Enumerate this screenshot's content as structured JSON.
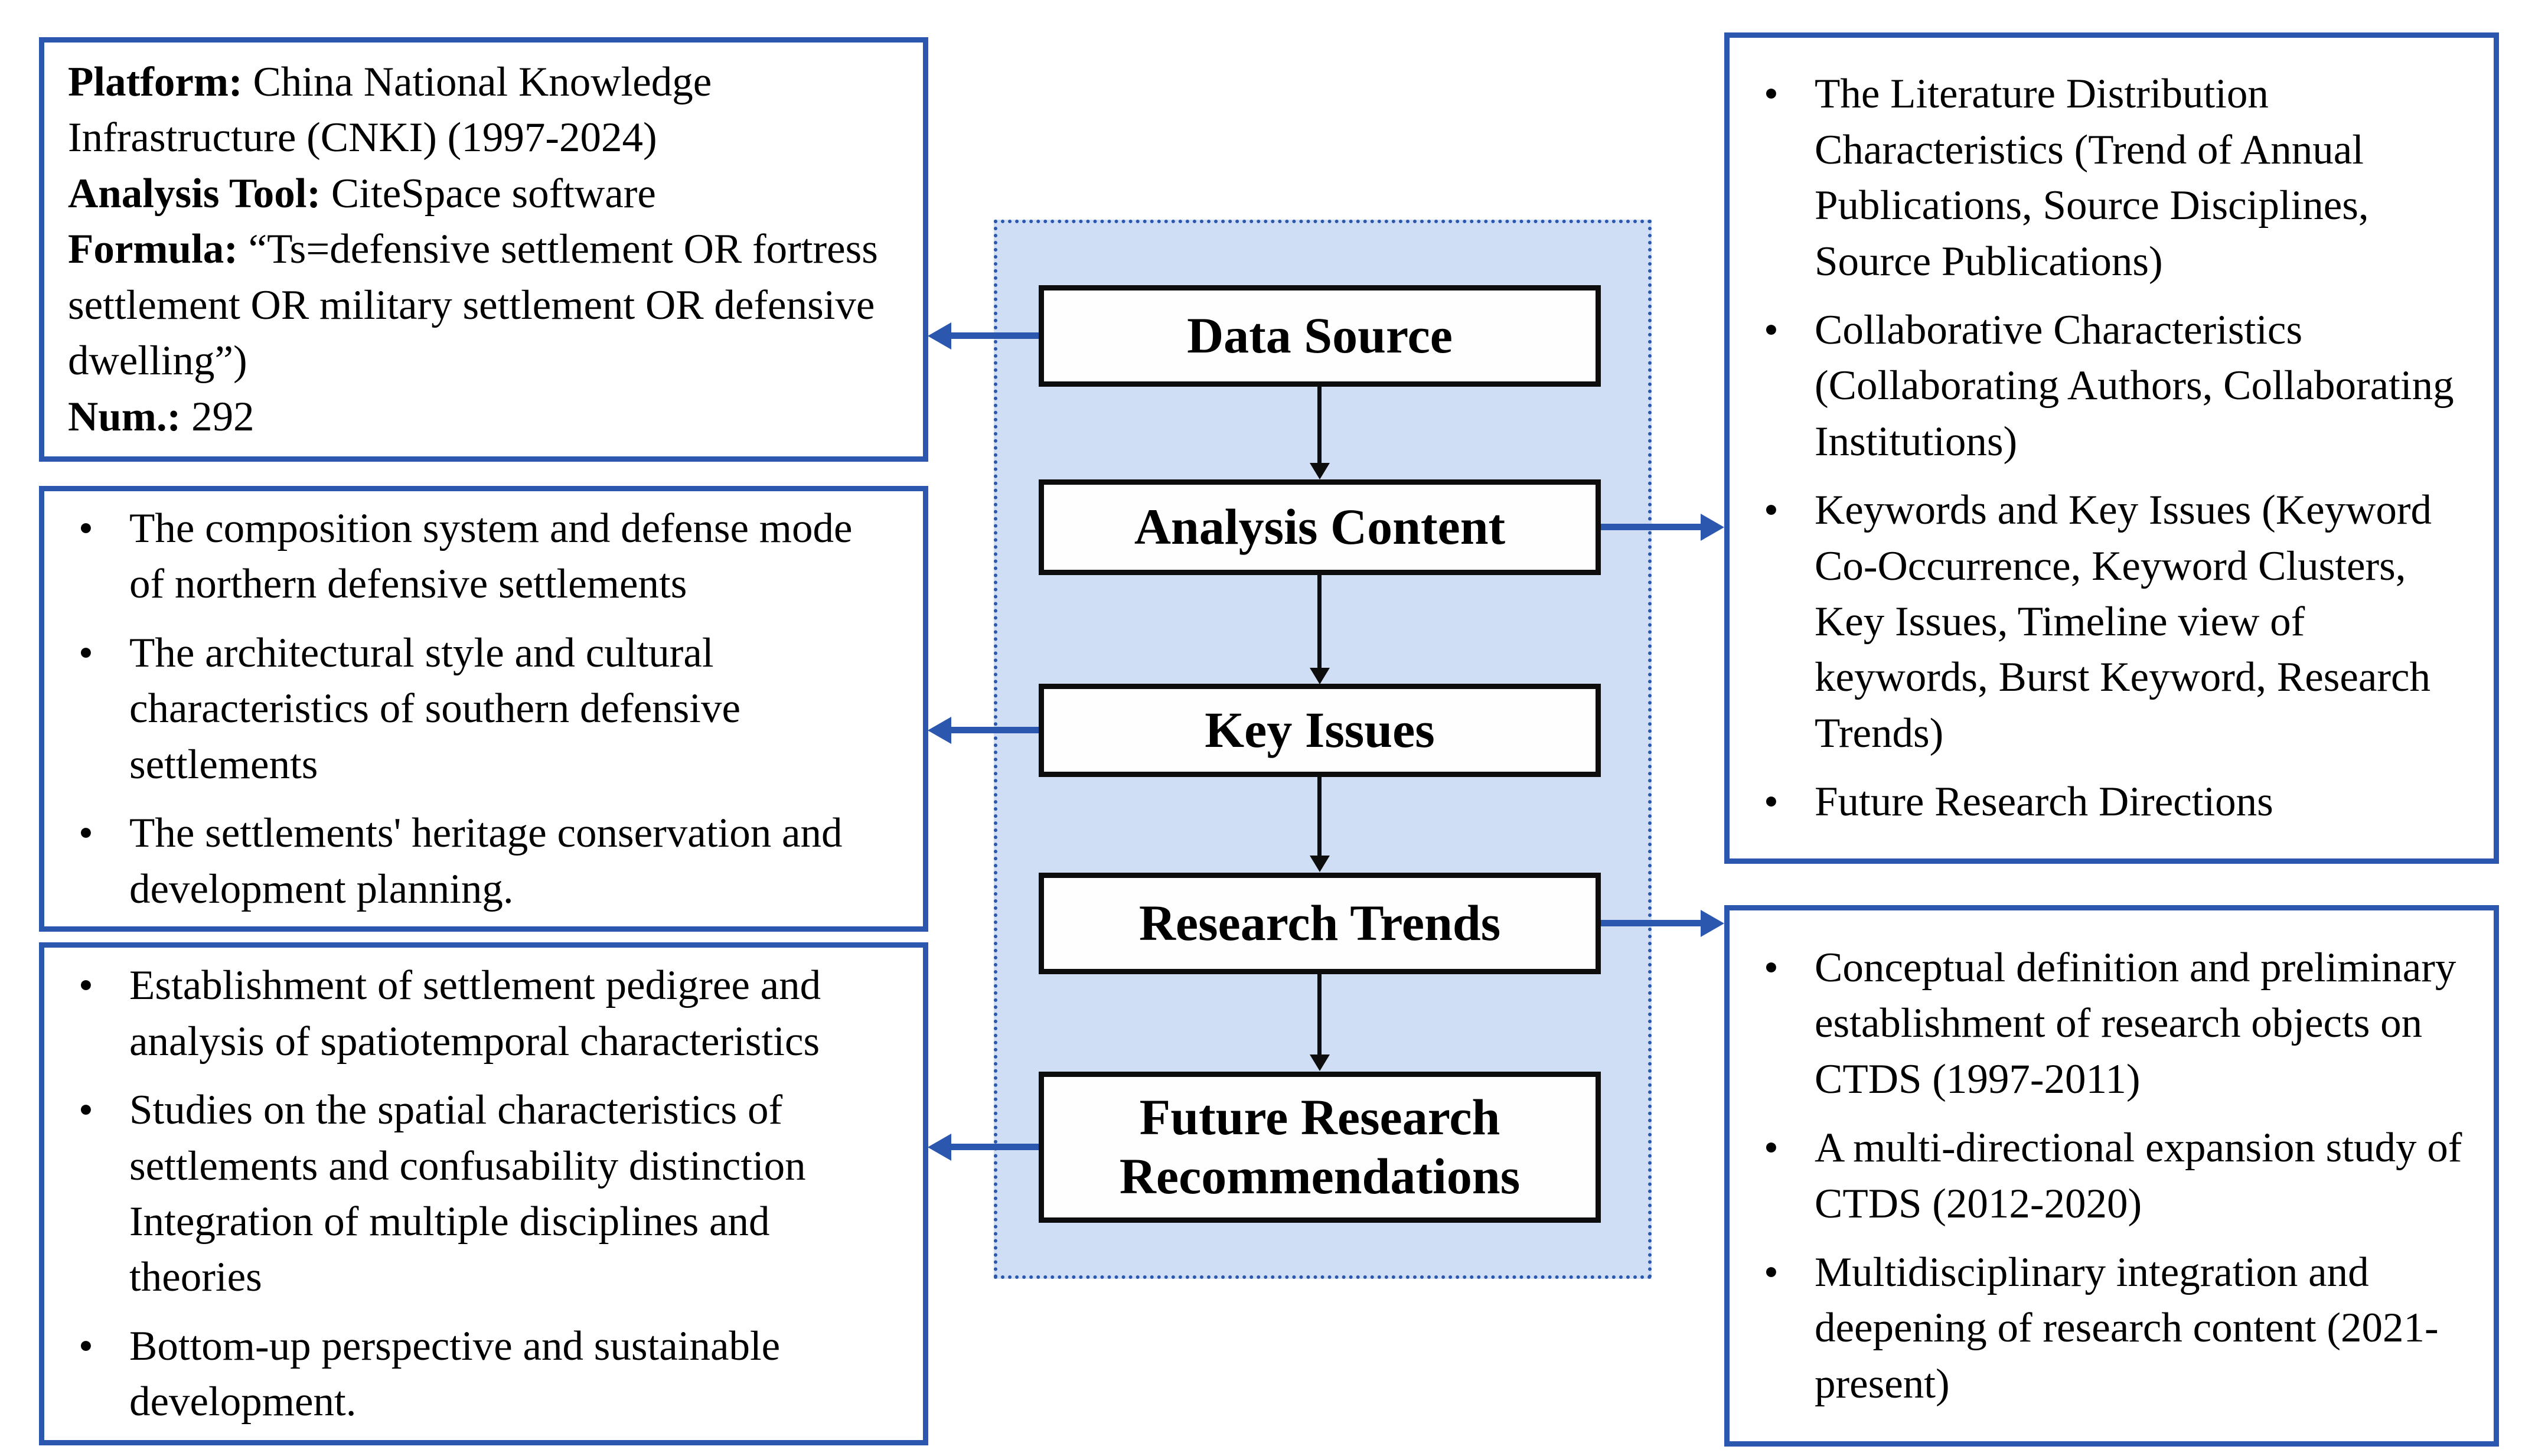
{
  "colors": {
    "accent_blue": "#2b57ae",
    "panel_fill": "#cfdef4",
    "flow_border_black": "#0d0d0d"
  },
  "bullet_char": "•",
  "flow": {
    "steps": [
      "Data Source",
      "Analysis Content",
      "Key Issues",
      "Research Trends",
      "Future Research Recommendations"
    ]
  },
  "data_source_box": {
    "entries": [
      {
        "label": "Platform:",
        "text": "China National Knowledge Infrastructure (CNKI) (1997-2024)"
      },
      {
        "label": "Analysis Tool:",
        "text": "CiteSpace software"
      },
      {
        "label": "Formula:",
        "text": "“Ts=defensive settlement OR fortress settlement OR military settlement OR defensive dwelling”)"
      },
      {
        "label": "Num.:",
        "text": "292"
      }
    ]
  },
  "analysis_content_box": {
    "bullets": [
      "The Literature Distribution Characteristics (Trend of Annual Publications, Source Disciplines, Source Publications)",
      "Collaborative Characteristics (Collaborating Authors, Collaborating Institutions)",
      "Keywords and Key Issues (Keyword Co-Occurrence, Keyword Clusters, Key Issues, Timeline view of keywords, Burst Keyword, Research Trends)",
      "Future Research Directions"
    ]
  },
  "key_issues_box": {
    "bullets": [
      "The composition system and defense mode of northern defensive settlements",
      "The architectural style and cultural characteristics of southern defensive settlements",
      "The settlements' heritage conservation and development planning."
    ]
  },
  "research_trends_box": {
    "bullets": [
      "Conceptual definition and preliminary establishment of research objects on CTDS (1997-2011)",
      "A multi-directional expansion study of CTDS (2012-2020)",
      "Multidisciplinary integration and deepening of research content (2021-present)"
    ]
  },
  "future_recommendations_box": {
    "bullets": [
      "Establishment of settlement pedigree and analysis of spatiotemporal characteristics",
      "Studies on the spatial characteristics of settlements and confusability distinction\nIntegration of multiple disciplines and theories",
      "Bottom-up perspective and sustainable development."
    ]
  }
}
